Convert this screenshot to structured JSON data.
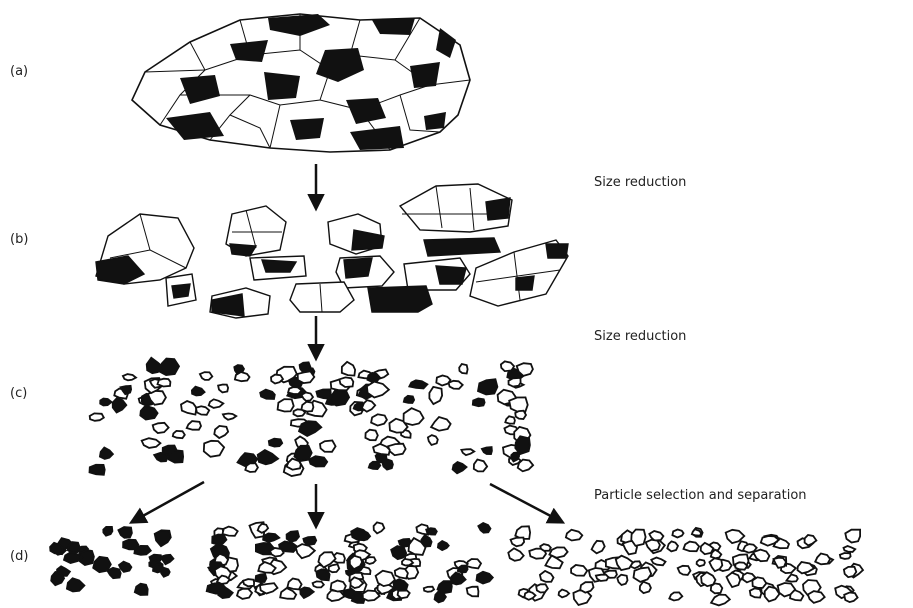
{
  "panels": [
    {
      "id": "a",
      "label": "(a)"
    },
    {
      "id": "b",
      "label": "(b)"
    },
    {
      "id": "c",
      "label": "(c)"
    },
    {
      "id": "d",
      "label": "(d)"
    }
  ],
  "steps": [
    {
      "id": "reduction-1",
      "text": "Size reduction"
    },
    {
      "id": "reduction-2",
      "text": "Size reduction"
    },
    {
      "id": "separation",
      "text": "Particle selection and separation"
    }
  ],
  "colors": {
    "stroke": "#111111",
    "dark_fill": "#111111",
    "light_fill": "#ffffff"
  }
}
